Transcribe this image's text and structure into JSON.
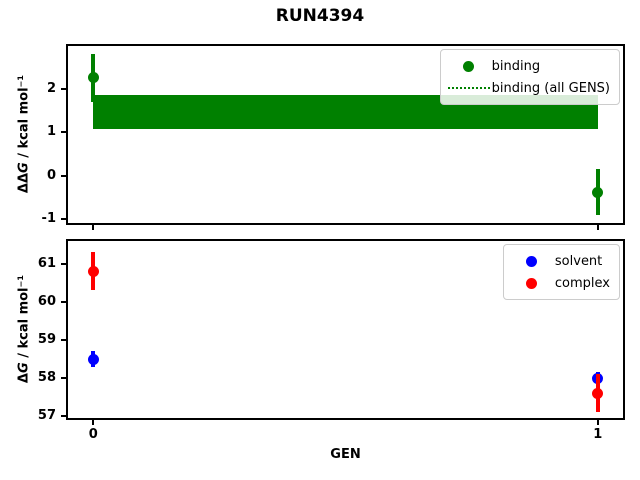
{
  "title": "RUN4394",
  "xlabel": "GEN",
  "chart_data": [
    {
      "type": "scatter",
      "name": "relative-binding-free-energy",
      "ylabel": "ΔΔG / kcal mol⁻¹",
      "ylabel_parts": {
        "prefix": "ΔΔ",
        "italic": "G",
        "suffix": " / kcal mol⁻¹"
      },
      "xlabel": "GEN",
      "xlim": [
        -0.05,
        1.05
      ],
      "ylim": [
        -1.09,
        2.98
      ],
      "yticks": [
        2,
        1,
        0,
        -1
      ],
      "xticks": [
        0,
        1
      ],
      "xtick_labels_visible": false,
      "grid": false,
      "legend_position": "upper right",
      "series": [
        {
          "name": "binding",
          "color": "#008000",
          "style": "errorbar-point",
          "points": [
            {
              "x": 0,
              "y": 2.25,
              "yerr": 0.55
            },
            {
              "x": 1,
              "y": -0.38,
              "yerr": 0.53
            }
          ]
        },
        {
          "name": "binding (all GENS)",
          "color": "#008000",
          "style": "band",
          "band": {
            "x_range": [
              0,
              1
            ],
            "center": 1.46,
            "half_width": 0.39
          }
        }
      ],
      "legend_entries": [
        {
          "label": "binding",
          "marker": "dot",
          "color": "#008000"
        },
        {
          "label": "binding (all GENS)",
          "marker": "dotted-line",
          "color": "#008000"
        }
      ]
    },
    {
      "type": "scatter",
      "name": "absolute-free-energy",
      "ylabel": "ΔG / kcal mol⁻¹",
      "ylabel_parts": {
        "prefix": "Δ",
        "italic": "G",
        "suffix": " / kcal mol⁻¹"
      },
      "xlabel": "GEN",
      "xlim": [
        -0.05,
        1.05
      ],
      "ylim": [
        56.95,
        61.6
      ],
      "yticks": [
        61,
        60,
        59,
        58,
        57
      ],
      "xticks": [
        0,
        1
      ],
      "xtick_labels_visible": true,
      "grid": false,
      "legend_position": "upper right",
      "series": [
        {
          "name": "solvent",
          "color": "#0000ff",
          "style": "errorbar-point",
          "points": [
            {
              "x": 0,
              "y": 58.5,
              "yerr": 0.2
            },
            {
              "x": 1,
              "y": 58.0,
              "yerr": 0.15
            }
          ]
        },
        {
          "name": "complex",
          "color": "#ff0000",
          "style": "errorbar-point",
          "points": [
            {
              "x": 0,
              "y": 60.8,
              "yerr": 0.5
            },
            {
              "x": 1,
              "y": 57.6,
              "yerr": 0.5
            }
          ]
        }
      ],
      "legend_entries": [
        {
          "label": "solvent",
          "marker": "dot",
          "color": "#0000ff"
        },
        {
          "label": "complex",
          "marker": "dot",
          "color": "#ff0000"
        }
      ]
    }
  ]
}
